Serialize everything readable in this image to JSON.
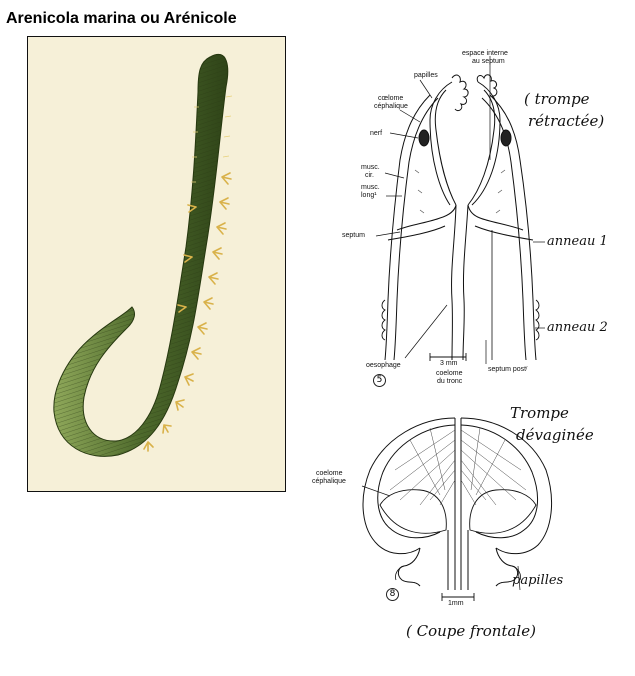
{
  "title": "Arenicola marina ou  Arénicole",
  "figure_top": {
    "number": "5",
    "labels": {
      "espace": "espace interne",
      "au_septum": "au septum",
      "papilles": "papilles",
      "coelome": "cœlome",
      "cephalique": "céphalique",
      "nerf": "nerf",
      "musc_cir_1": "musc.",
      "musc_cir_2": "cir.",
      "musc_long_1": "musc.",
      "musc_long_2": "long¹",
      "septum": "septum",
      "oesophage": "oesophage",
      "scale": "3 mm",
      "coelome_tronc_1": "coelome",
      "coelome_tronc_2": "du tronc",
      "septum_post": "septum postʳ"
    },
    "handwritten": {
      "trompe_1": "( trompe",
      "trompe_2": "rétractée)",
      "anneau1": "anneau 1",
      "anneau2": "anneau 2"
    }
  },
  "figure_bottom": {
    "number": "8",
    "labels": {
      "coelome_1": "coelome",
      "coelome_2": "céphalique",
      "scale": "1mm"
    },
    "handwritten": {
      "trompe_1": "Trompe",
      "trompe_2": "dévaginée",
      "papilles": "papilles",
      "coupe": "( Coupe frontale)"
    }
  },
  "colors": {
    "worm_body": "#4e6a2c",
    "worm_dark": "#2f4418",
    "gill": "#d9b24a",
    "background_plate": "#f6f0d8"
  }
}
